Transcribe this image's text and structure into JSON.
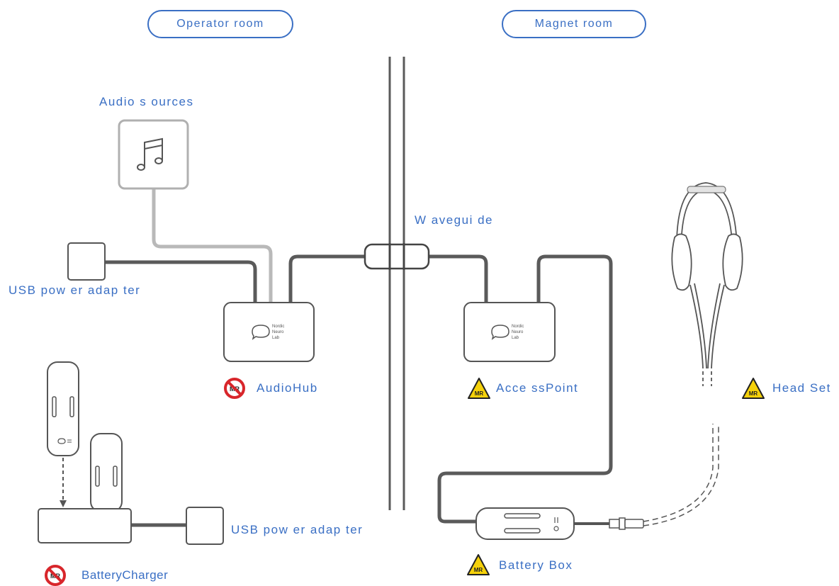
{
  "rooms": {
    "operator_label": "Operator room",
    "magnet_label": "Magnet room"
  },
  "labels": {
    "audio_sources": "Audio s ources",
    "waveguide": "W avegui de",
    "usb_adapter_top": "USB pow er adap ter",
    "usb_adapter_bottom": "USB pow er adap ter",
    "audiohub": "AudioHub",
    "accesspoint": "Acce ssPoint",
    "headset": "Head Set",
    "battery_box": "Battery Box",
    "battery_charger": "BatteryCharger"
  },
  "brand_text": [
    "Nordic",
    "Neuro",
    "Lab"
  ],
  "badges": {
    "text": "MR",
    "not_safe": "mr-unsafe-icon",
    "conditional": "mr-conditional-icon"
  },
  "colors": {
    "label_blue": "#3a6fc4",
    "cable_dark": "#5a5a5a",
    "cable_light": "#b9b9b9",
    "outline": "#555555",
    "warning_yellow": "#f5d10a",
    "prohibition_red": "#d8262b"
  }
}
